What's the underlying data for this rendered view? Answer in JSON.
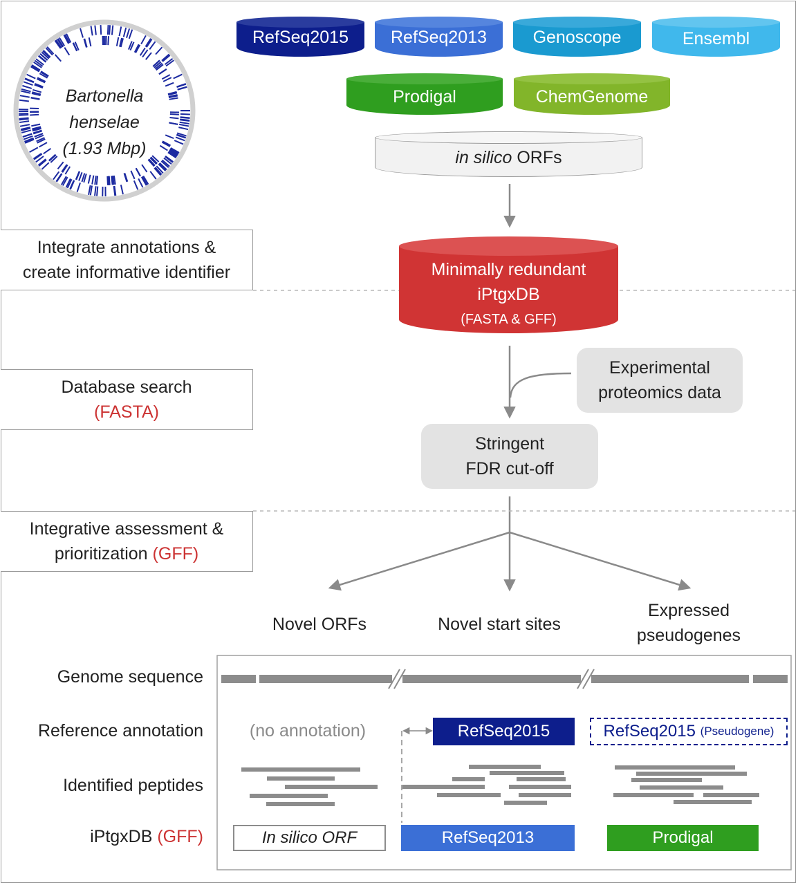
{
  "genome": {
    "name": "Bartonella henselae",
    "size": "(1.93 Mbp)"
  },
  "sources": [
    {
      "label": "RefSeq2015",
      "color": "#0d1e8c"
    },
    {
      "label": "RefSeq2013",
      "color": "#3b6fd6"
    },
    {
      "label": "Genoscope",
      "color": "#1a9ad0"
    },
    {
      "label": "Ensembl",
      "color": "#40b8ec"
    },
    {
      "label": "Prodigal",
      "color": "#2f9e1f"
    },
    {
      "label": "ChemGenome",
      "color": "#82b52a"
    }
  ],
  "insilico": {
    "prefix": "in silico",
    "suffix": " ORFs"
  },
  "steps": {
    "integrate": [
      "Integrate annotations &",
      "create informative identifier"
    ],
    "search_line1": "Database search",
    "search_tag": "(FASTA)",
    "assess_line1": "Integrative assessment &",
    "assess_line2": "prioritization",
    "assess_tag": "(GFF)"
  },
  "db": {
    "line1": "Minimally redundant",
    "line2": "iPtgxDB",
    "line3": "(FASTA & GFF)",
    "color": "#d03434"
  },
  "proteomics": [
    "Experimental",
    "proteomics data"
  ],
  "fdr": [
    "Stringent",
    "FDR cut-off"
  ],
  "outcomes": {
    "novel_orfs": "Novel ORFs",
    "novel_start": "Novel start sites",
    "expressed": [
      "Expressed",
      "pseudogenes"
    ]
  },
  "rows": {
    "genome_sequence": "Genome sequence",
    "reference_annotation": "Reference annotation",
    "identified_peptides": "Identified peptides",
    "iptgxdb": "iPtgxDB",
    "iptgxdb_tag": "(GFF)"
  },
  "annotations": {
    "none": "(no annotation)",
    "refseq2015": "RefSeq2015",
    "pseudo_main": "RefSeq2015",
    "pseudo_tag": "(Pseudogene)",
    "insilico_orf": "In silico ORF",
    "refseq2013": "RefSeq2013",
    "prodigal": "Prodigal"
  },
  "colors": {
    "gray": "#8c8c8c",
    "dark_blue": "#0d1e8c",
    "mid_blue": "#3b6fd6",
    "green": "#2f9e1f",
    "red": "#cc3333"
  }
}
